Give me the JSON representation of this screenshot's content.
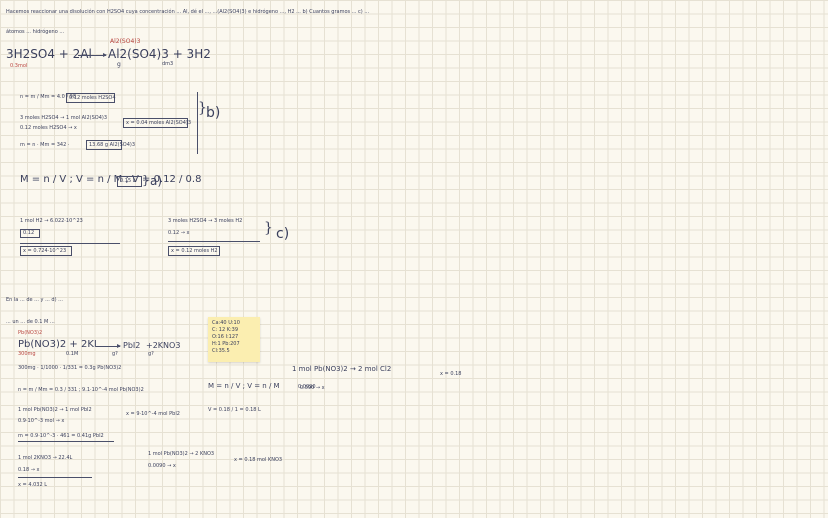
{
  "problem1": {
    "statement": "Hacemos reaccionar una disolución con H2SO4 cuya concentración ... Al, dé el ..., ...(Al2(SO4)3) e hidrógeno ..., H2 ... b) Cuantos gramos ... c) ...",
    "statement_line2": "átomos ... hidrógeno ... ",
    "equation_lhs": "3H2SO4 + 2Al",
    "equation_rhs": "Al2(SO4)3 + 3H2",
    "product_label": "Al2(SO4)3",
    "under_h2so4": "0.3mol",
    "under_g": "g",
    "under_h2": "dm3",
    "part_b": {
      "step1_left": "n = m / Mm = 4.0 / 98",
      "step1_box": "0.12 moles H2SO4",
      "step2_row1": "3 moles H2SO4 → 1 mol Al2(SO4)3",
      "step2_row2": "0.12 moles H2SO4 → x",
      "step2_box": "x = 0.04 moles Al2(SO4)3",
      "step3": "m = n · Mm = 342 ·",
      "step3_box": "13.68 g Al2(SO4)3",
      "label": "b)"
    },
    "part_a": {
      "formula": "M = n / V ; V = n / M ; V = 0.12 / 0.8",
      "box": "0.15 L",
      "label": "a)"
    },
    "part_c": {
      "row1": "1 mol H2 → 6.022·10^23",
      "row2": "0.12 → x",
      "box_left": "0.12",
      "result_left": "x = 0.724·10^23",
      "row3": "3 moles H2SO4 → 3 moles H2",
      "row4": "0.12 → x",
      "box_right": "x = 0.12 moles H2",
      "label": "c)"
    }
  },
  "problem2": {
    "statement": "En la ... de ... y ... d) ... ",
    "statement_line2": "... un ... de 0.1 M ... ",
    "sticky_lines": [
      "Ca:40  U:10",
      "C: 12   K:39",
      "O:16    I:127",
      "H:1     Pb:207",
      "Cl:35.5"
    ],
    "red_label": "Pb(NO3)2",
    "equation": "Pb(NO3)2 + 2KI",
    "equation_rhs1": "PbI2",
    "equation_rhs2": "+2KNO3",
    "under_left": "300mg",
    "under_mid": "0.1M",
    "under_g": "g?",
    "under_right": "g?",
    "calc1": "300mg · 1/1000 · 1/331 = 0.3g Pb(NO3)2",
    "calc2": "n = m / Mm = 0.3 / 331 ; 9.1·10^-4 mol Pb(NO3)2",
    "calc3a": "1 mol Pb(NO3)2 → 1 mol PbI2",
    "calc3b": "0.9·10^-3 mol → x",
    "calc3c": "x = 9·10^-4 mol PbI2",
    "calc4": "m = 0.9·10^-3 · 461 = 0.41g PbI2",
    "calc5a": "1 mol 2KNO3 → 22.4L",
    "calc5b": "0.18 → x",
    "calc5c": "x = 4.032 L",
    "mid_m": "M = n / V ; V = n / M",
    "mid_v": "V = 0.18 / 1 = 0.18 L",
    "mid_val": "0.0090",
    "mid_box1": "1 mol Pb(NO3)2 → 2 KNO3",
    "mid_box2": "0.0090 → x",
    "mid_res": "x = 0.18 mol KNO3",
    "right1": "1 mol Pb(NO3)2 → 2 mol Cl2",
    "right_res": "x = 0.18",
    "right2": "0.090 → x"
  }
}
